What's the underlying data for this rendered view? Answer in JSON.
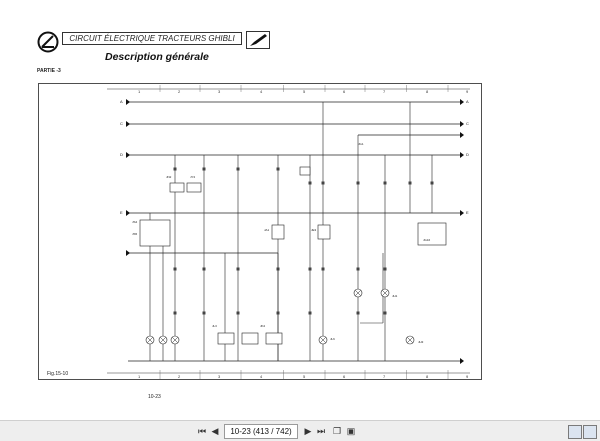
{
  "header": {
    "manual_title": "CIRCUIT ÉLECTRIQUE TRACTEURS GHIBLI",
    "section_title": "Description générale",
    "partie": "PARTIE -3"
  },
  "diagram": {
    "top_grid_numbers": [
      "1",
      "2",
      "3",
      "4",
      "5",
      "6",
      "7",
      "8",
      "9"
    ],
    "bottom_grid_numbers": [
      "1",
      "2",
      "3",
      "4",
      "5",
      "6",
      "7",
      "8",
      "9"
    ],
    "bus_letters_left": [
      "A",
      "C",
      "D",
      "E"
    ],
    "bus_letters_right": [
      "A",
      "C",
      "D",
      "E"
    ],
    "figure_label": "Fig.15-10",
    "page_ref": "10-23"
  },
  "toolbar": {
    "page_indicator": "10-23 (413 / 742)",
    "first_icon": "first-page-icon",
    "prev_icon": "prev-page-icon",
    "back_icon": "back-icon",
    "forward_icon": "forward-icon",
    "next_icon": "next-page-icon",
    "last_icon": "last-page-icon",
    "copy_icon": "copy-pages-icon",
    "fit_icon": "fit-page-icon",
    "view_icon_1": "single-page-view-icon",
    "view_icon_2": "two-page-view-icon"
  }
}
